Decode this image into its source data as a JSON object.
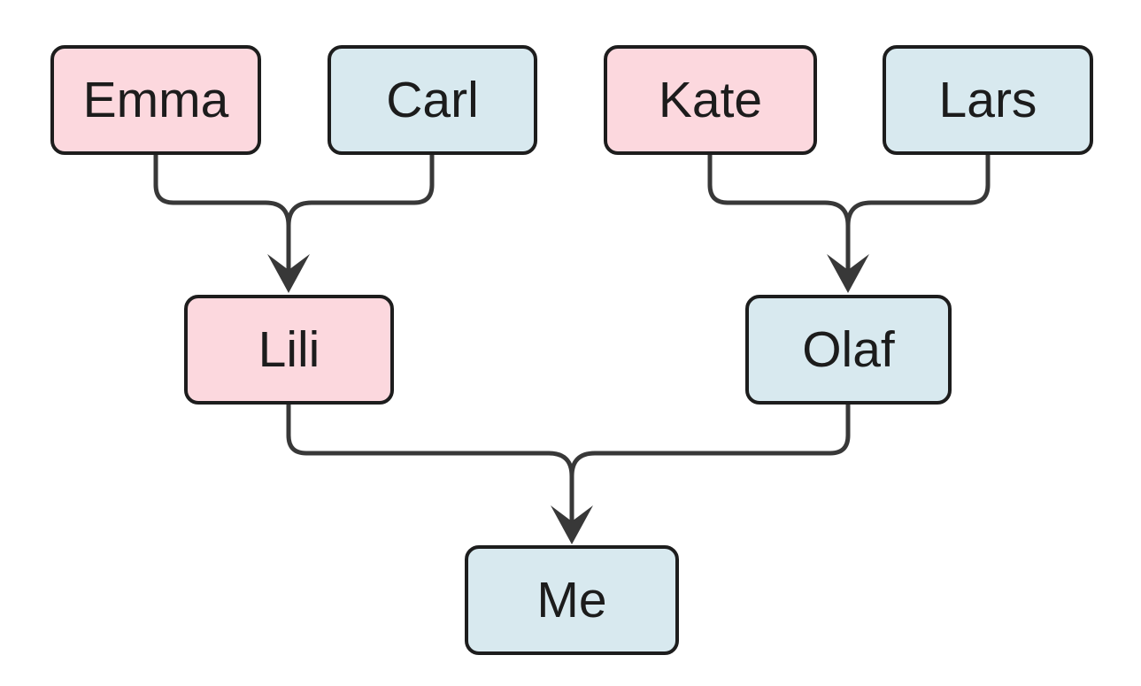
{
  "diagram": {
    "type": "family-tree-flowchart",
    "background": "#ffffff",
    "colors": {
      "female_node_fill": "#fcd8de",
      "male_node_fill": "#d8e9ef",
      "node_border": "#1d1d1d",
      "edge": "#383838",
      "text": "#1c1c1c"
    },
    "nodes": [
      {
        "id": "emma",
        "label": "Emma",
        "fill": "#fcd8de",
        "generation": "grandparents"
      },
      {
        "id": "carl",
        "label": "Carl",
        "fill": "#d8e9ef",
        "generation": "grandparents"
      },
      {
        "id": "kate",
        "label": "Kate",
        "fill": "#fcd8de",
        "generation": "grandparents"
      },
      {
        "id": "lars",
        "label": "Lars",
        "fill": "#d8e9ef",
        "generation": "grandparents"
      },
      {
        "id": "lili",
        "label": "Lili",
        "fill": "#fcd8de",
        "generation": "parents"
      },
      {
        "id": "olaf",
        "label": "Olaf",
        "fill": "#d8e9ef",
        "generation": "parents"
      },
      {
        "id": "me",
        "label": "Me",
        "fill": "#d8e9ef",
        "generation": "self"
      }
    ],
    "relationships": [
      {
        "from": "Emma",
        "to": "Lili"
      },
      {
        "from": "Carl",
        "to": "Lili"
      },
      {
        "from": "Kate",
        "to": "Olaf"
      },
      {
        "from": "Lars",
        "to": "Olaf"
      },
      {
        "from": "Lili",
        "to": "Me"
      },
      {
        "from": "Olaf",
        "to": "Me"
      }
    ]
  }
}
